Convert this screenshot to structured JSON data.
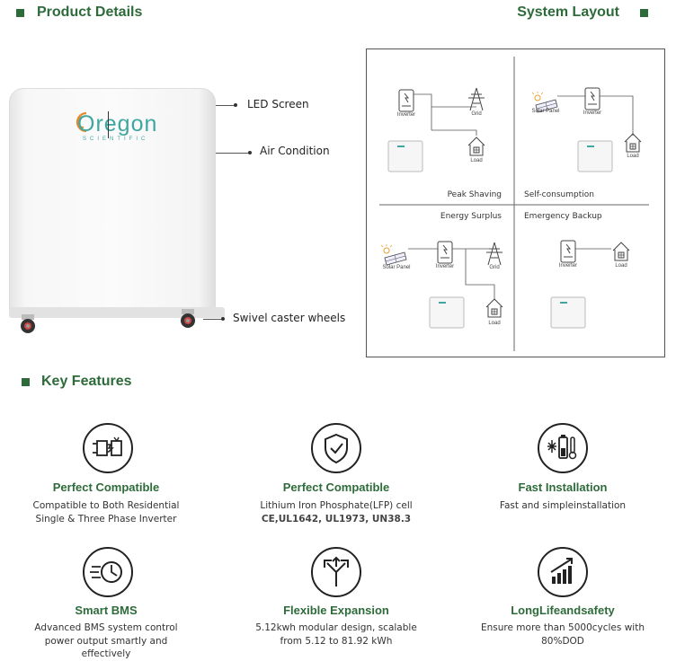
{
  "product_details": {
    "title": "Product Details",
    "brand": "Oregon",
    "brand_sub": "SCIENTIFIC",
    "callouts": [
      "LED Screen",
      "Air Condition",
      "Swivel caster wheels"
    ]
  },
  "system_layout": {
    "title": "System Layout",
    "device_labels": {
      "inverter": "Inverter",
      "grid": "Grid",
      "load": "Load",
      "solar_panel": "Solar Panel"
    },
    "scenarios": [
      "Peak Shaving",
      "Self-consumption",
      "Energy Surplus",
      "Emergency Backup"
    ]
  },
  "key_features": {
    "title": "Key Features",
    "items": [
      {
        "title": "Perfect Compatible",
        "desc": [
          "Compatible to Both Residential",
          "Single & Three Phase Inverter"
        ],
        "icon": "plug-compat-icon"
      },
      {
        "title": "Perfect Compatible",
        "desc": [
          "Lithium Iron Phosphate(LFP) cell",
          "CE,UL1642, UL1973, UN38.3"
        ],
        "icon": "shield-check-icon"
      },
      {
        "title": "Fast Installation",
        "desc": [
          "Fast and simpleinstallation"
        ],
        "icon": "battery-temperature-icon"
      },
      {
        "title": "Smart BMS",
        "desc": [
          "Advanced BMS system control",
          "power output smartly and",
          "effectively"
        ],
        "icon": "gauge-timer-icon"
      },
      {
        "title": "Flexible Expansion",
        "desc": [
          "5.12kwh modular design, scalable",
          "from 5.12 to 81.92 kWh"
        ],
        "icon": "split-arrows-icon"
      },
      {
        "title": "LongLifeandsafety",
        "desc": [
          "Ensure more than 5000cycles with",
          "80%DOD"
        ],
        "icon": "growth-bars-icon"
      }
    ]
  },
  "colors": {
    "accent": "#2e6b3a",
    "brand_orange": "#e8892b",
    "brand_teal": "#3fa7a0"
  }
}
